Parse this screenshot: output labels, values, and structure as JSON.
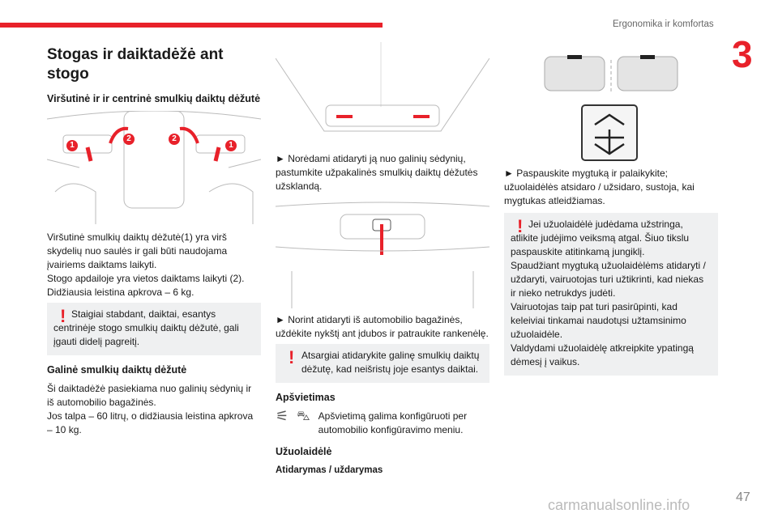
{
  "header": {
    "section": "Ergonomika ir komfortas",
    "chapter": "3",
    "accent": "#e8212a"
  },
  "col1": {
    "title": "Stogas ir daiktadėžė ant stogo",
    "subtitle": "Viršutinė ir ir centrinė smulkių daiktų dėžutė",
    "callouts": [
      "1",
      "2",
      "2",
      "1"
    ],
    "p1": "Viršutinė smulkių daiktų dėžutė(1) yra virš skydelių nuo saulės ir gali būti naudojama įvairiems daiktams laikyti.",
    "p2": "Stogo apdailoje yra vietos daiktams laikyti (2).",
    "p3": "Didžiausia leistina apkrova – 6 kg.",
    "warning": "Staigiai stabdant, daiktai, esantys centrinėje stogo smulkių daiktų dėžutė, gali įgauti didelį pagreitį.",
    "heading2": "Galinė smulkių daiktų dėžutė",
    "p4": "Ši daiktadėžė pasiekiama nuo galinių sėdynių ir iš automobilio bagažinės.",
    "p5": "Jos talpa – 60 litrų, o didžiausia leistina apkrova – 10 kg."
  },
  "col2": {
    "p1": "► Norėdami atidaryti ją nuo galinių sėdynių, pastumkite užpakalinės smulkių daiktų dėžutės užsklandą.",
    "p2": "► Norint atidaryti iš automobilio bagažinės, uždėkite nykštį ant įdubos ir patraukite rankenėlę.",
    "warning": "Atsargiai atidarykite galinę smulkių daiktų dėžutę, kad neišristų joje esantys daiktai.",
    "heading_light": "Apšvietimas",
    "light_text": "Apšvietimą galima konfigūruoti per automobilio konfigūravimo meniu.",
    "heading_blind": "Užuolaidėlė",
    "subheading": "Atidarymas / uždarymas"
  },
  "col3": {
    "p1": "► Paspauskite mygtuką ir palaikykite; užuolaidėlės atsidaro / užsidaro, sustoja, kai mygtukas atleidžiamas.",
    "warning_lines": [
      "Jei užuolaidėlė judėdama užstringa, atlikite judėjimo veiksmą atgal. Šiuo tikslu paspauskite atitinkamą jungiklį.",
      "Spaudžiant mygtuką užuolaidėlėms atidaryti / uždaryti, vairuotojas turi užtikrinti, kad niekas ir nieko netrukdys judėti.",
      "Vairuotojas taip pat turi pasirūpinti, kad keleiviai tinkamai naudotųsi užtamsinimo užuolaidėle.",
      "Valdydami užuolaidėlę atkreipkite ypatingą dėmesį į vaikus."
    ]
  },
  "footer": {
    "page": "47",
    "watermark": "carmanualsonline.info"
  }
}
